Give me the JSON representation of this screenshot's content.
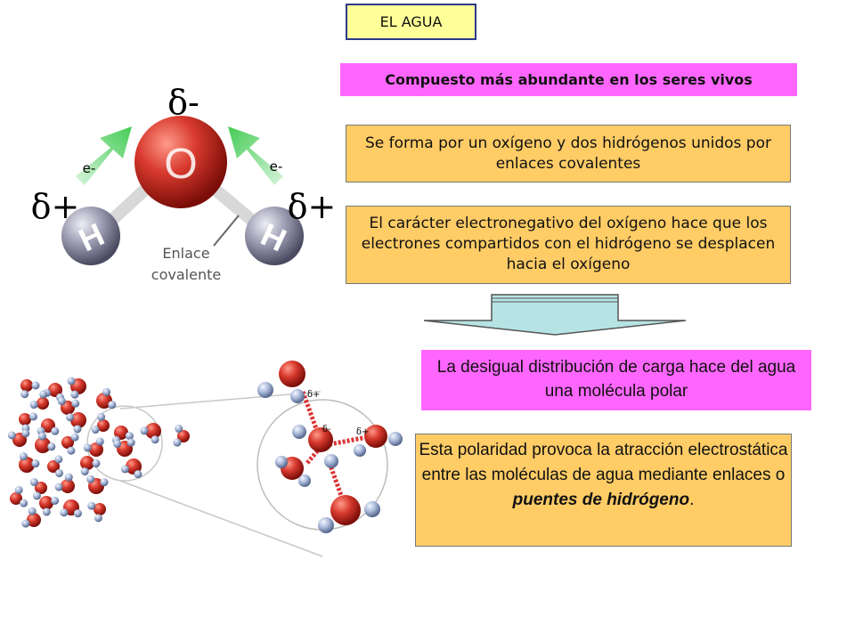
{
  "title": "EL AGUA",
  "subtitle": "Compuesto más abundante en los seres vivos",
  "box1": "Se forma por un oxígeno y dos hidrógenos unidos por enlaces covalentes",
  "box2": "El carácter electronegativo del oxígeno hace que los electrones compartidos con el hidrógeno se desplacen hacia el oxígeno",
  "box3": "La desigual distribución de carga hace del agua una molécula polar",
  "box4": {
    "text_before": "Esta polaridad provoca la atracción electrostática entre las moléculas de agua mediante enlaces o ",
    "highlight": "puentes de hidrógeno",
    "text_after": "."
  },
  "molecule": {
    "oxygen": "O",
    "hydrogen": "H",
    "delta_minus": "δ-",
    "delta_plus": "δ+",
    "electron": "e-",
    "bond_label_line1": "Enlace",
    "bond_label_line2": "covalente"
  },
  "colors": {
    "title_bg": "#ffff99",
    "pink_bg": "#ff66ff",
    "orange_bg": "#ffcc66",
    "arrow_green": "#66dd66",
    "arrow_blue": "#b6e4e4"
  }
}
